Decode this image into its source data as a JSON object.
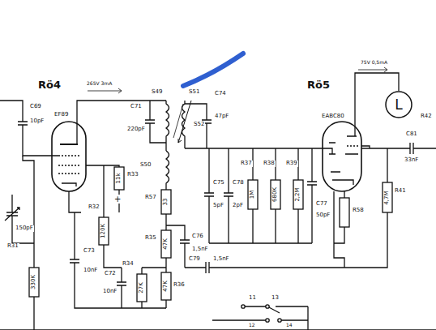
{
  "diagram": {
    "nodes": [
      {
        "text": [
          "L"
        ]
      }
    ],
    "labels": [
      "Rö4",
      "EF89",
      "265V 3mA",
      "C69",
      "10pF",
      "C71",
      "220pF",
      "S49",
      "S51",
      "C74",
      "47pF",
      "S52",
      "S50",
      "R33",
      "11k",
      "+",
      "R32",
      "120K",
      "C73",
      "10nF",
      "C72",
      "10nF",
      "R31",
      "330K",
      "150pF",
      "R57",
      "33",
      "R35",
      "47K",
      "C76",
      "1,5nF",
      "R34",
      "27K",
      "R36",
      "47K",
      "C75",
      "5pF",
      "C78",
      "2pF",
      "R37",
      "1M",
      "R38",
      "680K",
      "R39",
      "2,2M",
      "C77",
      "50pF",
      "C79",
      "1,5nF",
      "R58",
      "Rö5",
      "EABC80",
      "75V 0,5mA",
      "R41",
      "4,7M",
      "C81",
      "33nF",
      "R42",
      "11",
      "12",
      "13",
      "14"
    ]
  }
}
